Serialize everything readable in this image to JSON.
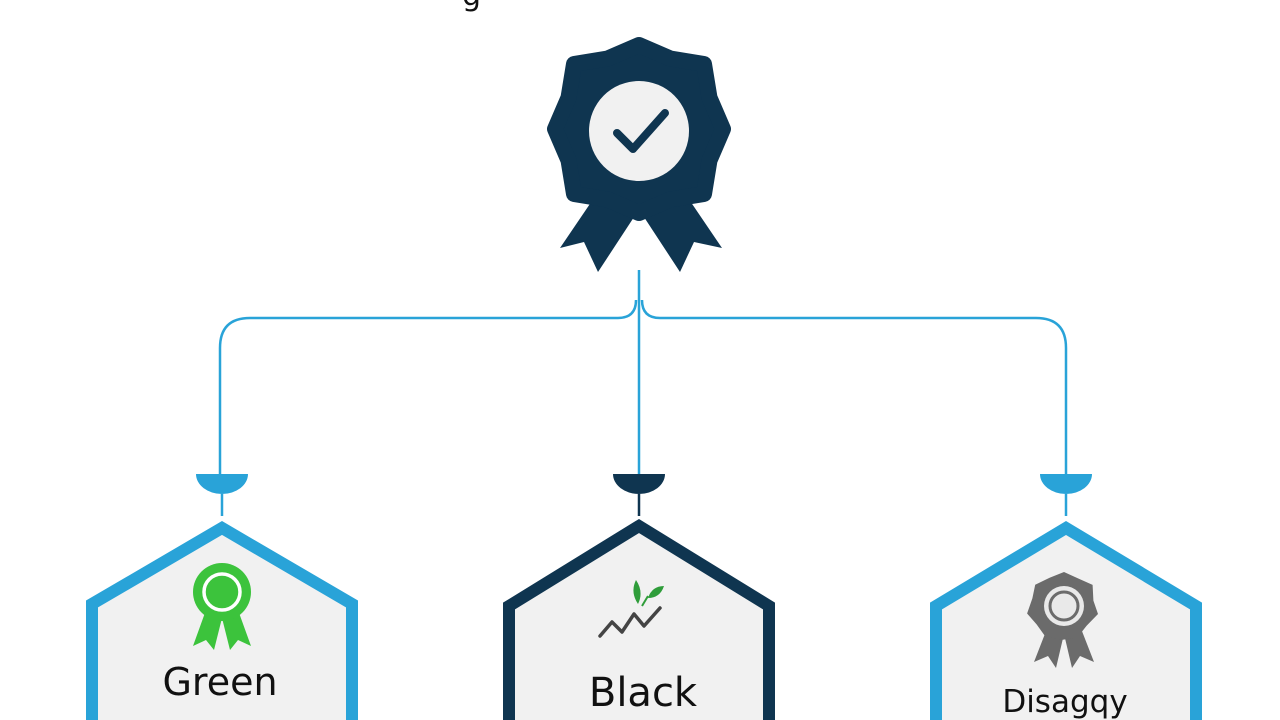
{
  "diagram": {
    "title_fragment": "g",
    "root": {
      "icon": "award-ribbon-check-icon"
    },
    "children": [
      {
        "label": "Green",
        "icon": "green-ribbon-icon",
        "accent": "#29A3D8",
        "icon_color": "#3CC33C"
      },
      {
        "label": "Black",
        "icon": "leaf-trend-icon",
        "accent": "#0F3550",
        "icon_color": "#2F9D3A"
      },
      {
        "label": "Disagqy",
        "icon": "gray-ribbon-icon",
        "accent": "#29A3D8",
        "icon_color": "#6B6B6B"
      }
    ],
    "colors": {
      "navy": "#0F3550",
      "blue": "#29A3D8",
      "card_fill": "#F1F1F1"
    }
  }
}
